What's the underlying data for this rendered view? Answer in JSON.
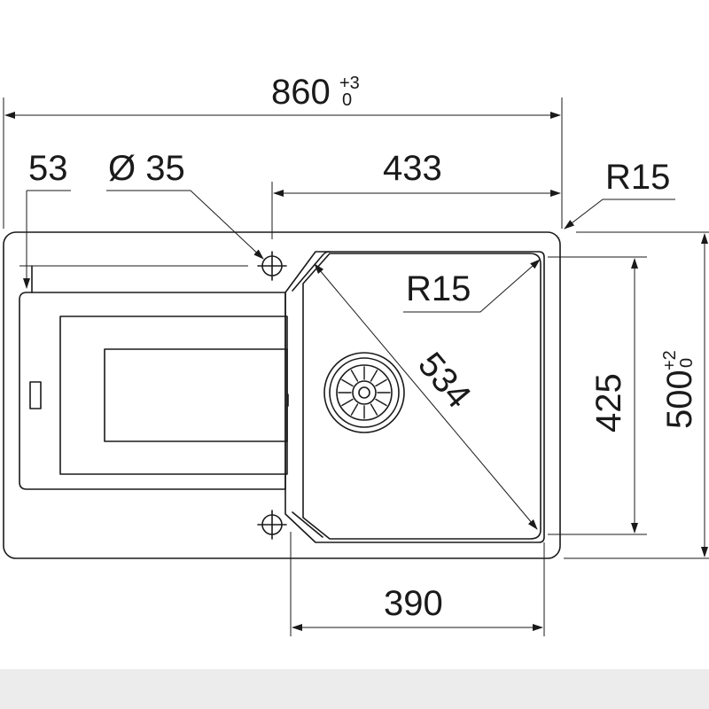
{
  "dimensions": {
    "overall_width": {
      "value": "860",
      "tol_upper": "+3",
      "tol_lower": "0"
    },
    "overall_depth": {
      "value": "500",
      "tol_upper": "+2",
      "tol_lower": "0"
    },
    "edge_to_drainer": "53",
    "tap_hole_diameter": "Ø 35",
    "bowl_offset": "433",
    "corner_radius_outer": "R15",
    "corner_radius_bowl": "R15",
    "bowl_diagonal": "534",
    "bowl_depth": "425",
    "bowl_width": "390"
  },
  "colors": {
    "line": "#1a1a1a",
    "background": "#ffffff",
    "footer_band": "#ececec"
  }
}
